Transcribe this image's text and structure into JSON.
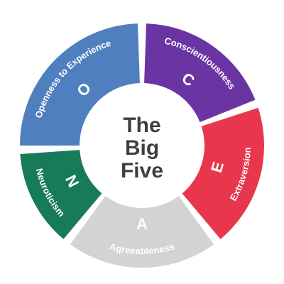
{
  "center": {
    "lines": [
      "The",
      "Big",
      "Five"
    ],
    "fill": "#ffffff",
    "text_color": "#3f3f3f"
  },
  "segments": [
    {
      "id": "openness",
      "label": "Openness to Experience",
      "letter": "O",
      "color": "#4f7fbf",
      "start": -90,
      "end": -2
    },
    {
      "id": "conscientiousness",
      "label": "Conscientiousness",
      "letter": "C",
      "color": "#6a35a3",
      "start": 2,
      "end": 68
    },
    {
      "id": "extraversion",
      "label": "Extraversion",
      "letter": "E",
      "color": "#e8374d",
      "start": 72,
      "end": 140
    },
    {
      "id": "agreeableness",
      "label": "Agreeableness",
      "letter": "A",
      "color": "#d3d3d3",
      "start": 144,
      "end": 216
    },
    {
      "id": "neuroticism",
      "label": "Neuroticism",
      "letter": "N",
      "color": "#177a59",
      "start": 220,
      "end": 266
    }
  ]
}
